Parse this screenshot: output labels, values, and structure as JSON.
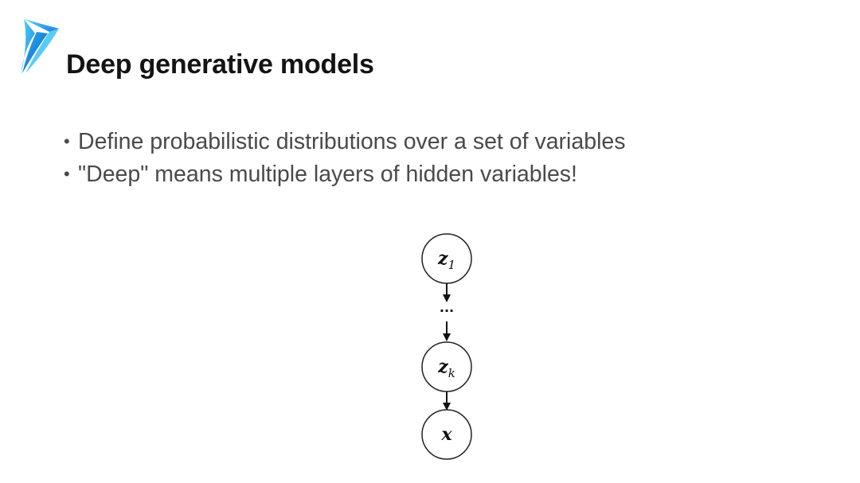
{
  "slide": {
    "title": "Deep generative models",
    "bullets": [
      "Define probabilistic distributions over a set of variables",
      "\"Deep\" means multiple layers of hidden variables!"
    ],
    "bullet_marker": "•"
  },
  "diagram": {
    "nodes": [
      {
        "main": "z",
        "sub": "1"
      },
      {
        "main": "z",
        "sub": "k"
      },
      {
        "main": "x",
        "sub": ""
      }
    ],
    "ellipsis": "..."
  },
  "logo": {
    "icon": "blue-wing-logo-icon",
    "colors": [
      "#35c8f5",
      "#1f8fe6",
      "#0f5fcf"
    ]
  }
}
